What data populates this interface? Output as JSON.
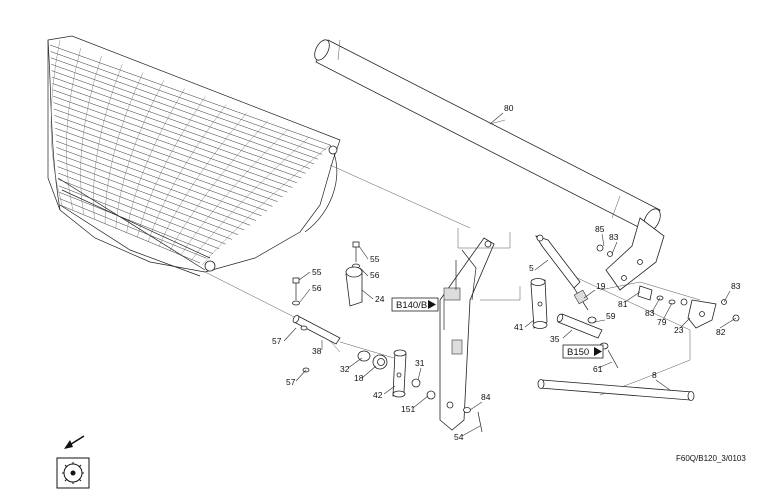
{
  "drawing_ref": "F60Q/B120_3/0103",
  "callouts": [
    {
      "id": "80",
      "text": "80"
    },
    {
      "id": "85",
      "text": "85"
    },
    {
      "id": "83a",
      "text": "83"
    },
    {
      "id": "83b",
      "text": "83"
    },
    {
      "id": "83c",
      "text": "83"
    },
    {
      "id": "82",
      "text": "82"
    },
    {
      "id": "79",
      "text": "79"
    },
    {
      "id": "23",
      "text": "23"
    },
    {
      "id": "81",
      "text": "81"
    },
    {
      "id": "5",
      "text": "5"
    },
    {
      "id": "19",
      "text": "19"
    },
    {
      "id": "41",
      "text": "41"
    },
    {
      "id": "59",
      "text": "59"
    },
    {
      "id": "35",
      "text": "35"
    },
    {
      "id": "61",
      "text": "61"
    },
    {
      "id": "8",
      "text": "8"
    },
    {
      "id": "55a",
      "text": "55"
    },
    {
      "id": "56a",
      "text": "56"
    },
    {
      "id": "55b",
      "text": "55"
    },
    {
      "id": "56b",
      "text": "56"
    },
    {
      "id": "24",
      "text": "24"
    },
    {
      "id": "57a",
      "text": "57"
    },
    {
      "id": "38",
      "text": "38"
    },
    {
      "id": "57b",
      "text": "57"
    },
    {
      "id": "32",
      "text": "32"
    },
    {
      "id": "18",
      "text": "18"
    },
    {
      "id": "42",
      "text": "42"
    },
    {
      "id": "31",
      "text": "31"
    },
    {
      "id": "151",
      "text": "151"
    },
    {
      "id": "84",
      "text": "84"
    },
    {
      "id": "54",
      "text": "54"
    }
  ],
  "references": [
    {
      "id": "b140",
      "text": "B140/B"
    },
    {
      "id": "b150",
      "text": "B150"
    }
  ],
  "icons": [
    "direction-arrow-icon",
    "concave-symbol-icon"
  ]
}
